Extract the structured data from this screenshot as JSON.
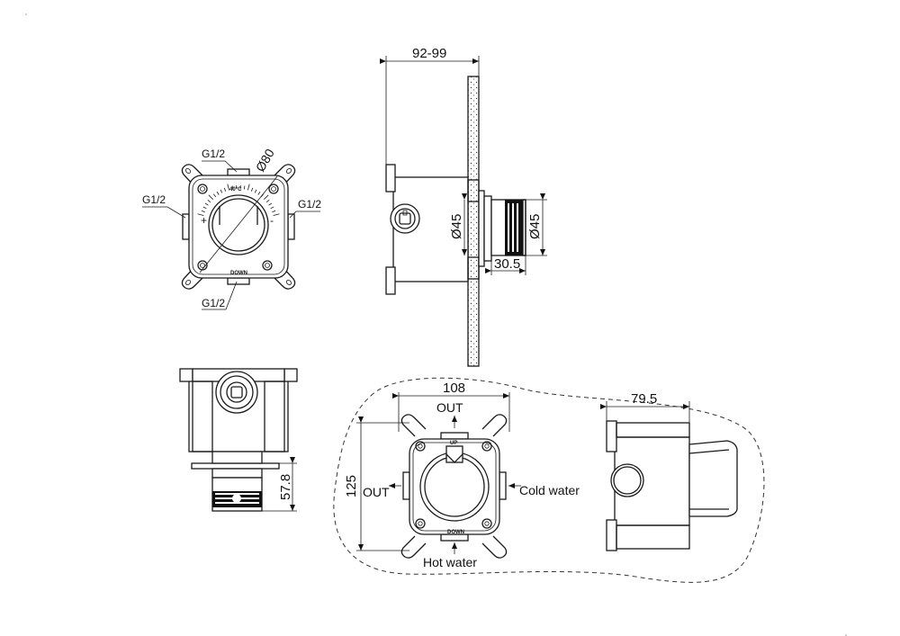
{
  "labels": {
    "g12_top": "G1/2",
    "g12_left": "G1/2",
    "g12_right": "G1/2",
    "g12_bottom": "G1/2",
    "dia80": "Ø80",
    "temp": "40°C",
    "down_top_view": "DOWN",
    "dim_92_99": "92-99",
    "dia45_body": "Ø45",
    "dia45_knob": "Ø45",
    "dim_30_5": "30.5",
    "dim_57_8": "57.8",
    "dim_108": "108",
    "dim_125": "125",
    "dim_79_5": "79.5",
    "out_top": "OUT",
    "out_left": "OUT",
    "cold_water": "Cold water",
    "hot_water": "Hot water",
    "up_mark": "UP",
    "down_mark": "DOWN"
  }
}
